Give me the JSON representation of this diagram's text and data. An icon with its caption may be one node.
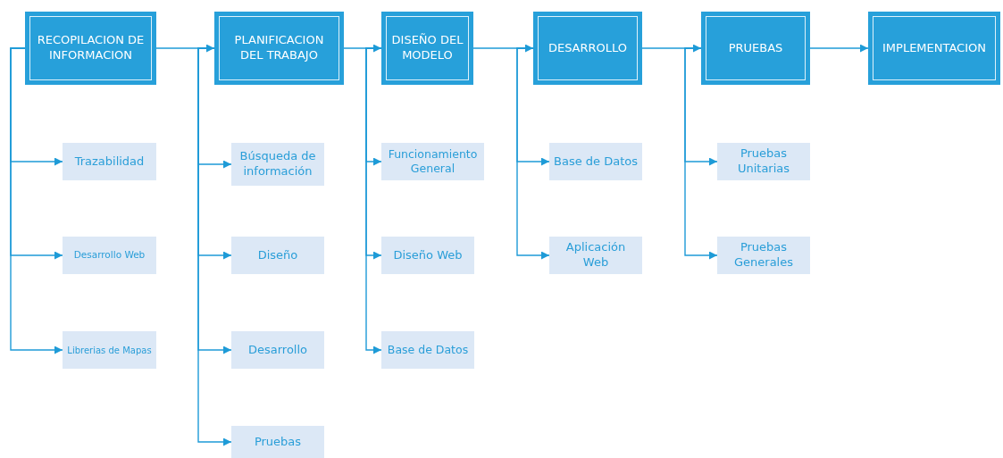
{
  "diagram": {
    "nodes": [
      {
        "text": [
          "RECOPILACION DE INFORMACION"
        ]
      },
      {
        "text": [
          "PLANIFICACION DEL TRABAJO"
        ]
      },
      {
        "text": [
          "DISEÑO DEL MODELO"
        ]
      },
      {
        "text": [
          "DESARROLLO"
        ]
      },
      {
        "text": [
          "PRUEBAS"
        ]
      },
      {
        "text": [
          "IMPLEMENTACION"
        ]
      },
      {
        "text": [
          "Trazabilidad"
        ]
      },
      {
        "text": [
          "Desarrollo Web"
        ]
      },
      {
        "text": [
          "Librerias de Mapas"
        ]
      },
      {
        "text": [
          "Búsqueda de información"
        ]
      },
      {
        "text": [
          "Diseño"
        ]
      },
      {
        "text": [
          "Desarrollo"
        ]
      },
      {
        "text": [
          "Pruebas"
        ]
      },
      {
        "text": [
          "Funcionamiento General"
        ]
      },
      {
        "text": [
          "Diseño Web"
        ]
      },
      {
        "text": [
          "Base de Datos"
        ]
      },
      {
        "text": [
          "Base de Datos"
        ]
      },
      {
        "text": [
          "Aplicación Web"
        ]
      },
      {
        "text": [
          "Pruebas Unitarias"
        ]
      },
      {
        "text": [
          "Pruebas Generales"
        ]
      }
    ],
    "edges": [
      {
        "from": 0,
        "to": 1,
        "arrow": "to"
      },
      {
        "from": 1,
        "to": 2,
        "arrow": "to"
      },
      {
        "from": 2,
        "to": 3,
        "arrow": "to"
      },
      {
        "from": 3,
        "to": 4,
        "arrow": "to"
      },
      {
        "from": 4,
        "to": 5,
        "arrow": "to"
      },
      {
        "from": 0,
        "to": 6,
        "arrow": "to"
      },
      {
        "from": 0,
        "to": 7,
        "arrow": "to"
      },
      {
        "from": 0,
        "to": 8,
        "arrow": "to"
      },
      {
        "from": 1,
        "to": 9,
        "arrow": "to"
      },
      {
        "from": 1,
        "to": 10,
        "arrow": "to"
      },
      {
        "from": 1,
        "to": 11,
        "arrow": "to"
      },
      {
        "from": 1,
        "to": 12,
        "arrow": "to"
      },
      {
        "from": 2,
        "to": 13,
        "arrow": "to"
      },
      {
        "from": 2,
        "to": 14,
        "arrow": "to"
      },
      {
        "from": 2,
        "to": 15,
        "arrow": "to"
      },
      {
        "from": 3,
        "to": 16,
        "arrow": "to"
      },
      {
        "from": 3,
        "to": 17,
        "arrow": "to"
      },
      {
        "from": 4,
        "to": 18,
        "arrow": "to"
      },
      {
        "from": 4,
        "to": 19,
        "arrow": "to"
      }
    ]
  }
}
